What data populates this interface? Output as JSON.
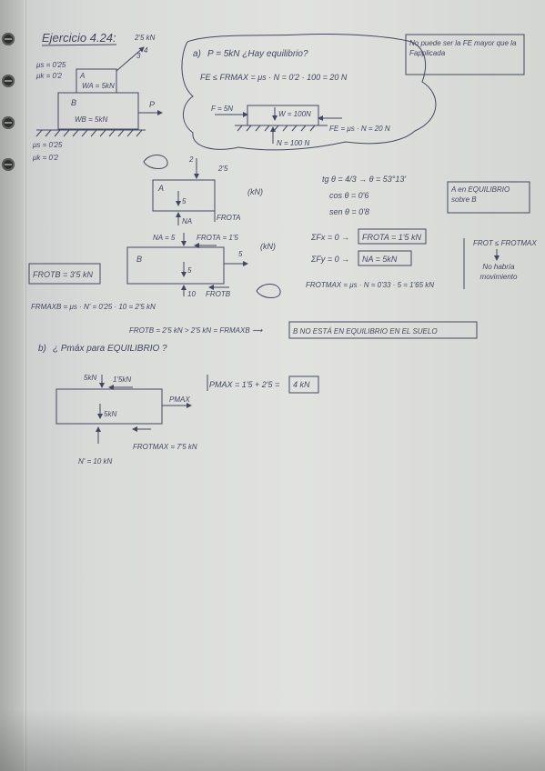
{
  "title": "Ejercicio 4.24:",
  "problem_sketch": {
    "mu_a_s": "μs = 0'25",
    "mu_a_k": "μk = 0'2",
    "block_a": "A",
    "wa": "WA = 5kN",
    "block_b": "B",
    "wb": "WB = 5kN",
    "cable_force": "2'5 kN",
    "angle_num": "3",
    "angle_den": "4",
    "mu_b_s": "μs = 0'25",
    "mu_b_k": "μk = 0'2",
    "push_force": "P"
  },
  "part_a": {
    "label": "a)",
    "question": "P = 5kN ¿Hay equilibrio?",
    "eq_line": "FE ≤ FRMAX = μs · N = 0'2 · 100 = 20 N",
    "note": "No puede ser la FE mayor que la Fapplicada",
    "cloud_force_p": "F = 5N",
    "cloud_w": "W = 100N",
    "cloud_fe": "FE = μs · N = 20 N",
    "cloud_n": "N = 100 N",
    "fbd_a_block": "A",
    "fbd_a_units": "(kN)",
    "fbd_a_top": "2'5",
    "fbd_a_top_z": "2",
    "fbd_a_w": "5",
    "fbd_a_n": "NA",
    "fbd_a_fr": "FROTA",
    "trig_tan": "tg θ = 4/3 → θ = 53°13'",
    "trig_cos": "cos θ = 0'6",
    "trig_sin": "sen θ = 0'8",
    "sum_fx": "ΣFx = 0 →",
    "fx_result": "FROTA = 1'5 kN",
    "sum_fy": "ΣFy = 0 →",
    "fy_result": "NA = 5kN",
    "frot_max": "FROTMAX = μs · N = 0'33 · 5 = 1'65 kN",
    "eq_a": "A en EQUILIBRIO sobre B",
    "cond_line1": "FROT ≤ FROTMAX",
    "cond_line2": "No habría movimiento",
    "fbd_b_na": "NA = 5",
    "fbd_b_fr": "FROTA = 1'5",
    "fbd_b_block": "B",
    "fbd_b_units": "(kN)",
    "fbd_b_p": "5",
    "fbd_b_w": "5",
    "fbd_b_n": "10",
    "fbd_b_frot": "FROTB",
    "frot_b": "FROTB = 3'5 kN",
    "frmax_b": "FRMAXB = μs · N' = 0'25 · 10 = 2'5 kN",
    "compare": "FROTB = 2'5 kN > 2'5 kN = FRMAXB ⟿",
    "conclusion": "B NO ESTÁ EN EQUILIBRIO EN EL SUELO"
  },
  "part_b": {
    "label": "b)",
    "question": "¿ Pmáx para EQUILIBRIO ?",
    "top_n": "5kN",
    "top_fr": "1'5kN",
    "pmax_arrow": "PMAX",
    "w": "5kN",
    "frot": "FROTMAX = 7'5 kN",
    "n": "N' = 10 kN",
    "result_prefix": "PMAX = 1'5 + 2'5 =",
    "result_box": "4 kN"
  }
}
